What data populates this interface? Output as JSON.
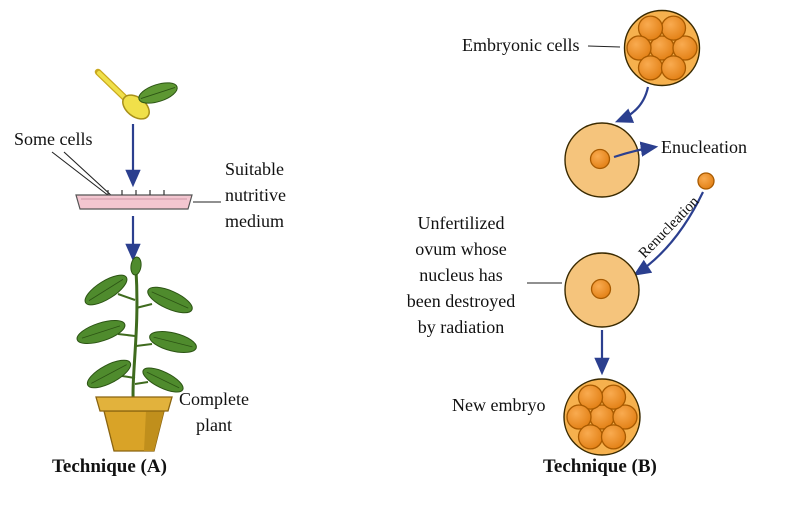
{
  "technique_a": {
    "some_cells": "Some cells",
    "medium": "Suitable\nnutritive\nmedium",
    "complete_plant": "Complete\nplant",
    "title": "Technique (A)"
  },
  "technique_b": {
    "embryonic_cells": "Embryonic cells",
    "enucleation": "Enucleation",
    "renucleation": "Renucleation",
    "ovum": "Unfertilized\novum whose\nnucleus has\nbeen destroyed\nby radiation",
    "new_embryo": "New embryo",
    "title": "Technique (B)"
  },
  "colors": {
    "arrow_blue": "#2b3f8f",
    "cell_orange": "#ee8b1f",
    "cell_outline": "#a85a00",
    "cluster_fill": "#f6b14e",
    "ovum_fill": "#f5c47c",
    "dish_pink": "#f3c6d0",
    "pot_gold": "#d9a327",
    "leaf_green": "#4f8b2d",
    "spoon_yellow": "#f0e04a"
  }
}
